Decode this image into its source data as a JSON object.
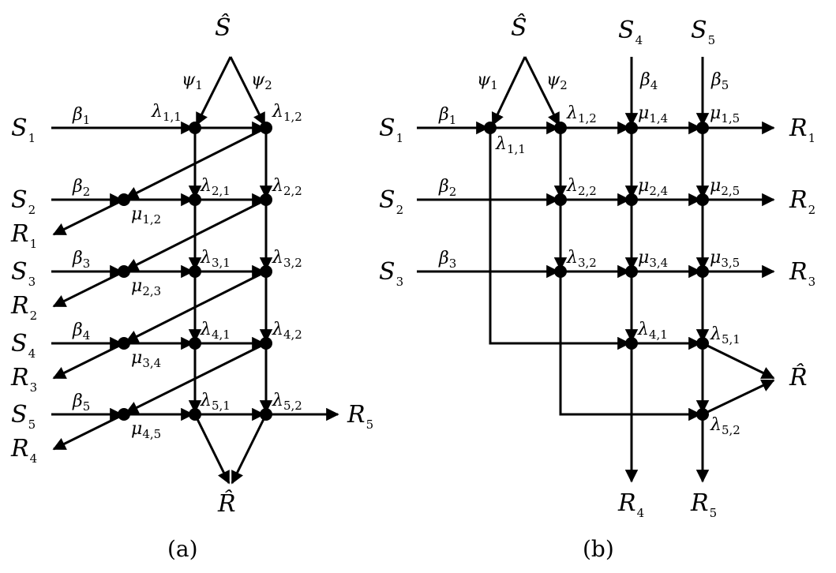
{
  "panels": [
    {
      "id": "a",
      "caption": "(a)",
      "nodes": [
        {
          "id": "l11",
          "label": "λ",
          "sub": "1,1"
        },
        {
          "id": "l12",
          "label": "λ",
          "sub": "1,2"
        },
        {
          "id": "l21",
          "label": "λ",
          "sub": "2,1"
        },
        {
          "id": "l22",
          "label": "λ",
          "sub": "2,2"
        },
        {
          "id": "l31",
          "label": "λ",
          "sub": "3,1"
        },
        {
          "id": "l32",
          "label": "λ",
          "sub": "3,2"
        },
        {
          "id": "l41",
          "label": "λ",
          "sub": "4,1"
        },
        {
          "id": "l42",
          "label": "λ",
          "sub": "4,2"
        },
        {
          "id": "l51",
          "label": "λ",
          "sub": "5,1"
        },
        {
          "id": "l52",
          "label": "λ",
          "sub": "5,2"
        },
        {
          "id": "m12",
          "label": "μ",
          "sub": "1,2"
        },
        {
          "id": "m23",
          "label": "μ",
          "sub": "2,3"
        },
        {
          "id": "m34",
          "label": "μ",
          "sub": "3,4"
        },
        {
          "id": "m45",
          "label": "μ",
          "sub": "4,5"
        }
      ],
      "terminals": [
        {
          "id": "Shat",
          "label": "Ŝ",
          "sub": ""
        },
        {
          "id": "Rhat",
          "label": "R̂",
          "sub": ""
        },
        {
          "id": "S1",
          "label": "S",
          "sub": "1"
        },
        {
          "id": "S2",
          "label": "S",
          "sub": "2"
        },
        {
          "id": "S3",
          "label": "S",
          "sub": "3"
        },
        {
          "id": "S4",
          "label": "S",
          "sub": "4"
        },
        {
          "id": "S5",
          "label": "S",
          "sub": "5"
        },
        {
          "id": "R1",
          "label": "R",
          "sub": "1"
        },
        {
          "id": "R2",
          "label": "R",
          "sub": "2"
        },
        {
          "id": "R3",
          "label": "R",
          "sub": "3"
        },
        {
          "id": "R4",
          "label": "R",
          "sub": "4"
        },
        {
          "id": "R5",
          "label": "R",
          "sub": "5"
        }
      ],
      "edge_labels": [
        {
          "id": "b1",
          "label": "β",
          "sub": "1"
        },
        {
          "id": "b2",
          "label": "β",
          "sub": "2"
        },
        {
          "id": "b3",
          "label": "β",
          "sub": "3"
        },
        {
          "id": "b4",
          "label": "β",
          "sub": "4"
        },
        {
          "id": "b5",
          "label": "β",
          "sub": "5"
        },
        {
          "id": "p1",
          "label": "ψ",
          "sub": "1"
        },
        {
          "id": "p2",
          "label": "ψ",
          "sub": "2"
        }
      ]
    },
    {
      "id": "b",
      "caption": "(b)",
      "nodes": [
        {
          "id": "l11",
          "label": "λ",
          "sub": "1,1"
        },
        {
          "id": "l12",
          "label": "λ",
          "sub": "1,2"
        },
        {
          "id": "l22",
          "label": "λ",
          "sub": "2,2"
        },
        {
          "id": "l32",
          "label": "λ",
          "sub": "3,2"
        },
        {
          "id": "l41",
          "label": "λ",
          "sub": "4,1"
        },
        {
          "id": "l51",
          "label": "λ",
          "sub": "5,1"
        },
        {
          "id": "l52",
          "label": "λ",
          "sub": "5,2"
        },
        {
          "id": "m14",
          "label": "μ",
          "sub": "1,4"
        },
        {
          "id": "m15",
          "label": "μ",
          "sub": "1,5"
        },
        {
          "id": "m24",
          "label": "μ",
          "sub": "2,4"
        },
        {
          "id": "m25",
          "label": "μ",
          "sub": "2,5"
        },
        {
          "id": "m34",
          "label": "μ",
          "sub": "3,4"
        },
        {
          "id": "m35",
          "label": "μ",
          "sub": "3,5"
        }
      ],
      "terminals": [
        {
          "id": "Shat",
          "label": "Ŝ",
          "sub": ""
        },
        {
          "id": "Rhat",
          "label": "R̂",
          "sub": ""
        },
        {
          "id": "S1",
          "label": "S",
          "sub": "1"
        },
        {
          "id": "S2",
          "label": "S",
          "sub": "2"
        },
        {
          "id": "S3",
          "label": "S",
          "sub": "3"
        },
        {
          "id": "S4",
          "label": "S",
          "sub": "4"
        },
        {
          "id": "S5",
          "label": "S",
          "sub": "5"
        },
        {
          "id": "R1",
          "label": "R",
          "sub": "1"
        },
        {
          "id": "R2",
          "label": "R",
          "sub": "2"
        },
        {
          "id": "R3",
          "label": "R",
          "sub": "3"
        },
        {
          "id": "R4",
          "label": "R",
          "sub": "4"
        },
        {
          "id": "R5",
          "label": "R",
          "sub": "5"
        }
      ],
      "edge_labels": [
        {
          "id": "b1",
          "label": "β",
          "sub": "1"
        },
        {
          "id": "b2",
          "label": "β",
          "sub": "2"
        },
        {
          "id": "b3",
          "label": "β",
          "sub": "3"
        },
        {
          "id": "b4",
          "label": "β",
          "sub": "4"
        },
        {
          "id": "b5",
          "label": "β",
          "sub": "5"
        },
        {
          "id": "p1",
          "label": "ψ",
          "sub": "1"
        },
        {
          "id": "p2",
          "label": "ψ",
          "sub": "2"
        }
      ]
    }
  ]
}
